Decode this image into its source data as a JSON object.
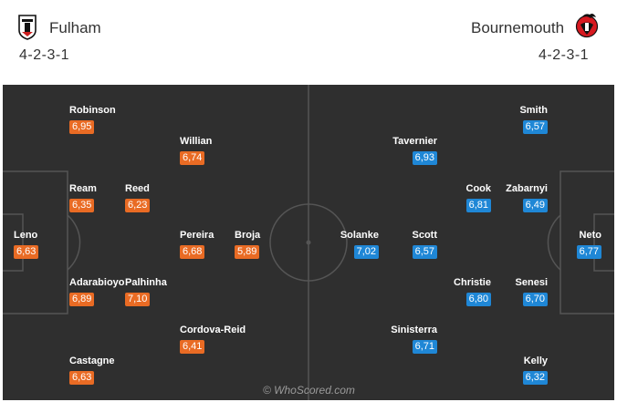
{
  "home": {
    "name": "Fulham",
    "formation": "4-2-3-1",
    "color": "#e96b24",
    "players": [
      {
        "name": "Robinson",
        "rating": "6,95"
      },
      {
        "name": "Willian",
        "rating": "6,74"
      },
      {
        "name": "Ream",
        "rating": "6,35"
      },
      {
        "name": "Reed",
        "rating": "6,23"
      },
      {
        "name": "Leno",
        "rating": "6,63"
      },
      {
        "name": "Pereira",
        "rating": "6,68"
      },
      {
        "name": "Broja",
        "rating": "5,89"
      },
      {
        "name": "Adarabioyo",
        "rating": "6,89"
      },
      {
        "name": "Palhinha",
        "rating": "7,10"
      },
      {
        "name": "Cordova-Reid",
        "rating": "6,41"
      },
      {
        "name": "Castagne",
        "rating": "6,63"
      }
    ]
  },
  "away": {
    "name": "Bournemouth",
    "formation": "4-2-3-1",
    "color": "#1f87d6",
    "players": [
      {
        "name": "Smith",
        "rating": "6,57"
      },
      {
        "name": "Tavernier",
        "rating": "6,93"
      },
      {
        "name": "Cook",
        "rating": "6,81"
      },
      {
        "name": "Zabarnyi",
        "rating": "6,49"
      },
      {
        "name": "Solanke",
        "rating": "7,02"
      },
      {
        "name": "Scott",
        "rating": "6,57"
      },
      {
        "name": "Neto",
        "rating": "6,77"
      },
      {
        "name": "Christie",
        "rating": "6,80"
      },
      {
        "name": "Senesi",
        "rating": "6,70"
      },
      {
        "name": "Sinisterra",
        "rating": "6,71"
      },
      {
        "name": "Kelly",
        "rating": "6,32"
      }
    ]
  },
  "watermark": "© WhoScored.com"
}
